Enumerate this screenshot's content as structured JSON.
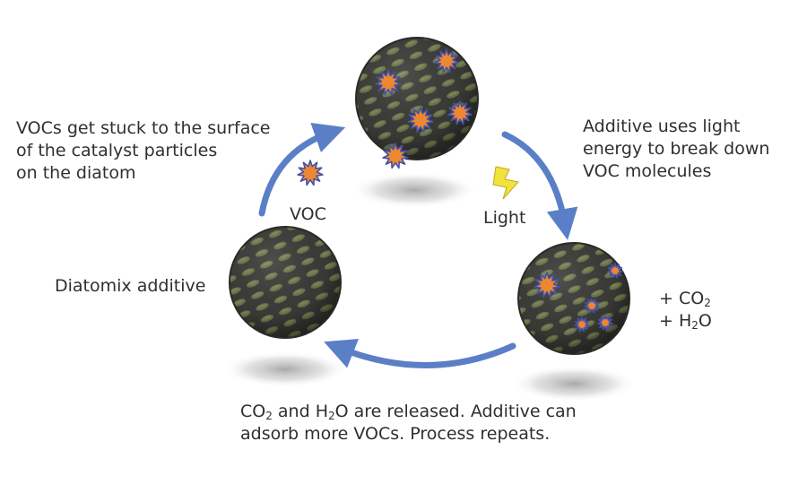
{
  "colors": {
    "arrow": "#5b7fc7",
    "sphere_dark": "#3a3a38",
    "sphere_light": "#6f7a52",
    "voc_fill": "#ee8732",
    "voc_stroke": "#4452a8",
    "lightning_fill": "#f2e23c",
    "text": "#2f2f2f"
  },
  "icons": {
    "arrows": "curved-arrow-icon",
    "lightning": "lightning-bolt-icon",
    "voc": "voc-molecule-starburst-icon"
  },
  "labels": {
    "step_stick": [
      "VOCs get stuck to the surface",
      "of the catalyst particles",
      "on the diatom"
    ],
    "step_break": [
      "Additive uses light",
      "energy to break down",
      "VOC molecules"
    ],
    "voc": "VOC",
    "light": "Light",
    "additive": "Diatomix additive",
    "plus": "+ CO",
    "plus_h": "+ H",
    "sub_2": "2",
    "o": "O",
    "co": "CO",
    "and_h": " and H",
    "released_rest": "O are released. Additive can",
    "released_line2": "adsorb more VOCs. Process repeats."
  }
}
